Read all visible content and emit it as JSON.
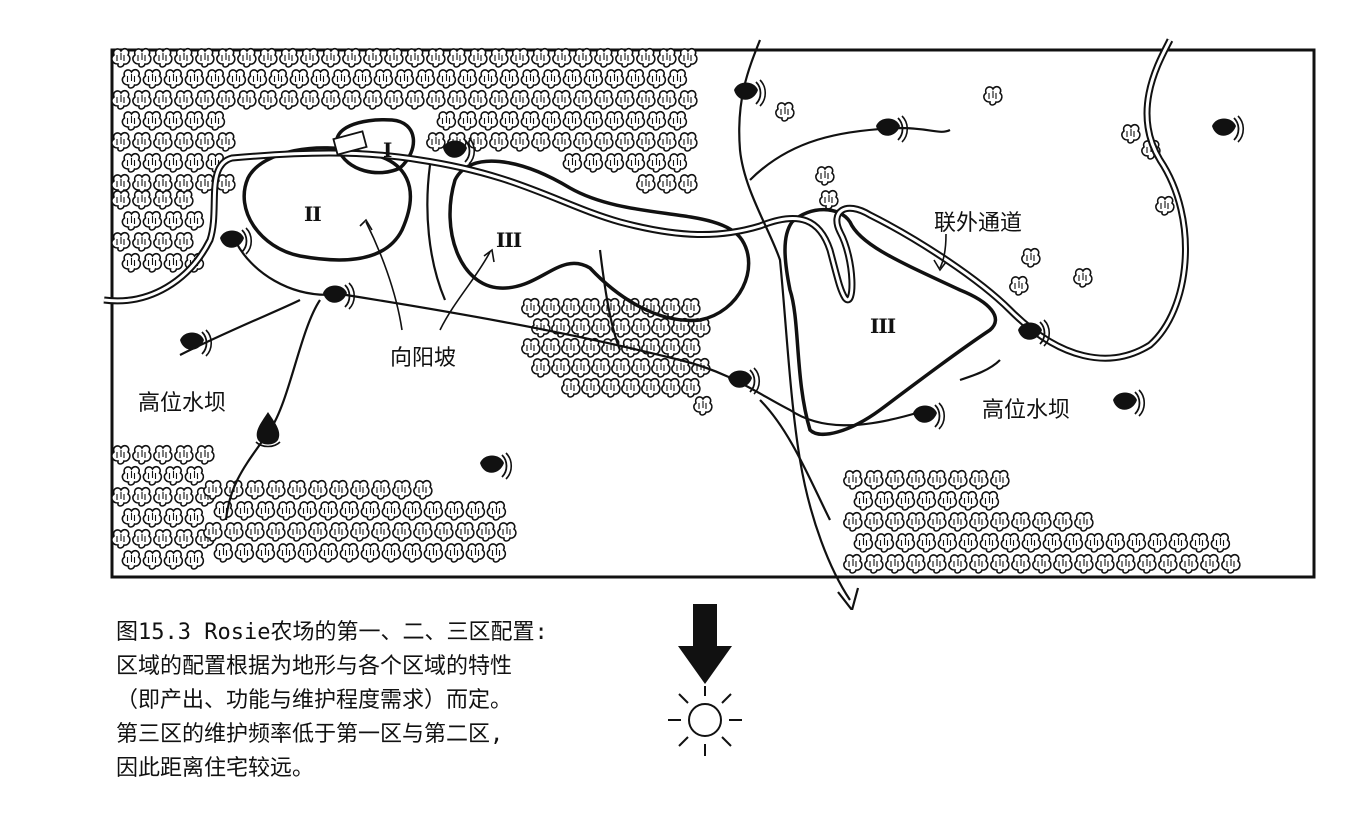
{
  "figure": {
    "zones": [
      "I",
      "II",
      "III",
      "III"
    ],
    "labels": {
      "slope": "向阳坡",
      "dam_left": "高位水坝",
      "dam_right": "高位水坝",
      "access_road": "联外通道"
    },
    "icons": {
      "sun": "sun-icon",
      "south_arrow": "arrow-down-icon",
      "tree": "tree-cluster-icon",
      "dam": "dam-icon"
    }
  },
  "caption": {
    "lines": [
      "图15.3 Rosie农场的第一、二、三区配置:",
      "区域的配置根据为地形与各个区域的特性",
      "（即产出、功能与维护程度需求）而定。",
      "第三区的维护频率低于第一区与第二区,",
      "因此距离住宅较远。"
    ]
  }
}
